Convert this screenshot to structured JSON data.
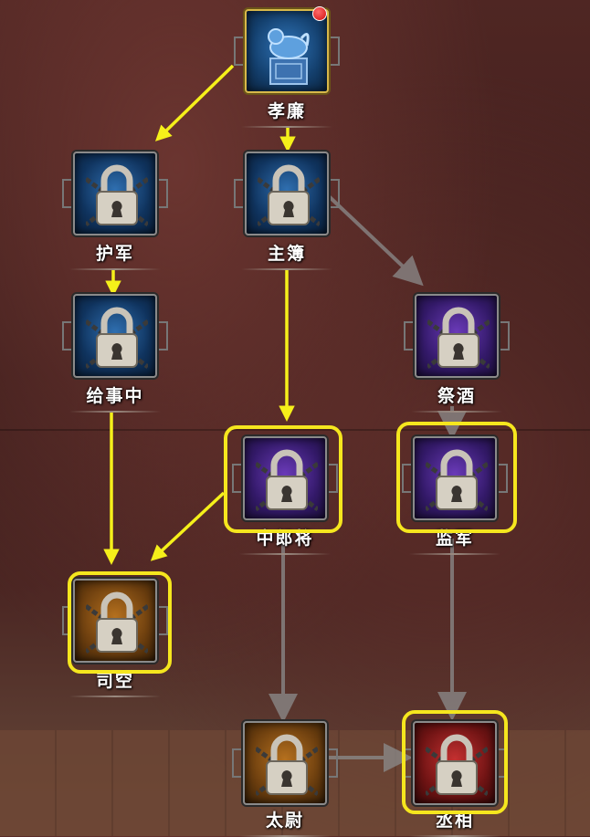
{
  "nodes": [
    {
      "id": "xiaolian",
      "label": "孝廉",
      "tier": "gold",
      "icon": "jade-seal-icon",
      "locked": false,
      "has_notification": true
    },
    {
      "id": "hujun",
      "label": "护军",
      "tier": "blue",
      "icon": "padlock-icon",
      "locked": true
    },
    {
      "id": "zhubu",
      "label": "主簿",
      "tier": "blue",
      "icon": "padlock-icon",
      "locked": true
    },
    {
      "id": "jishizhong",
      "label": "给事中",
      "tier": "blue",
      "icon": "padlock-icon",
      "locked": true
    },
    {
      "id": "jijiu",
      "label": "祭酒",
      "tier": "purple",
      "icon": "padlock-icon",
      "locked": true
    },
    {
      "id": "zhonglangjiang",
      "label": "中郎将",
      "tier": "purple",
      "icon": "padlock-icon",
      "locked": true
    },
    {
      "id": "jianjun",
      "label": "监军",
      "tier": "purple",
      "icon": "padlock-icon",
      "locked": true
    },
    {
      "id": "sikong",
      "label": "司空",
      "tier": "orange",
      "icon": "padlock-icon",
      "locked": true
    },
    {
      "id": "taiwei",
      "label": "太尉",
      "tier": "orange",
      "icon": "padlock-icon",
      "locked": true
    },
    {
      "id": "chengxiang",
      "label": "丞相",
      "tier": "red",
      "icon": "padlock-icon",
      "locked": true
    }
  ],
  "highlighted": [
    "zhonglangjiang",
    "jianjun",
    "sikong",
    "chengxiang"
  ],
  "colors": {
    "highlight": "#f5e61e",
    "arrow": "#f5f01a",
    "blue_tier": "#1f5a9a",
    "purple_tier": "#4b2790",
    "orange_tier": "#8a5012",
    "red_tier": "#961c1c"
  }
}
